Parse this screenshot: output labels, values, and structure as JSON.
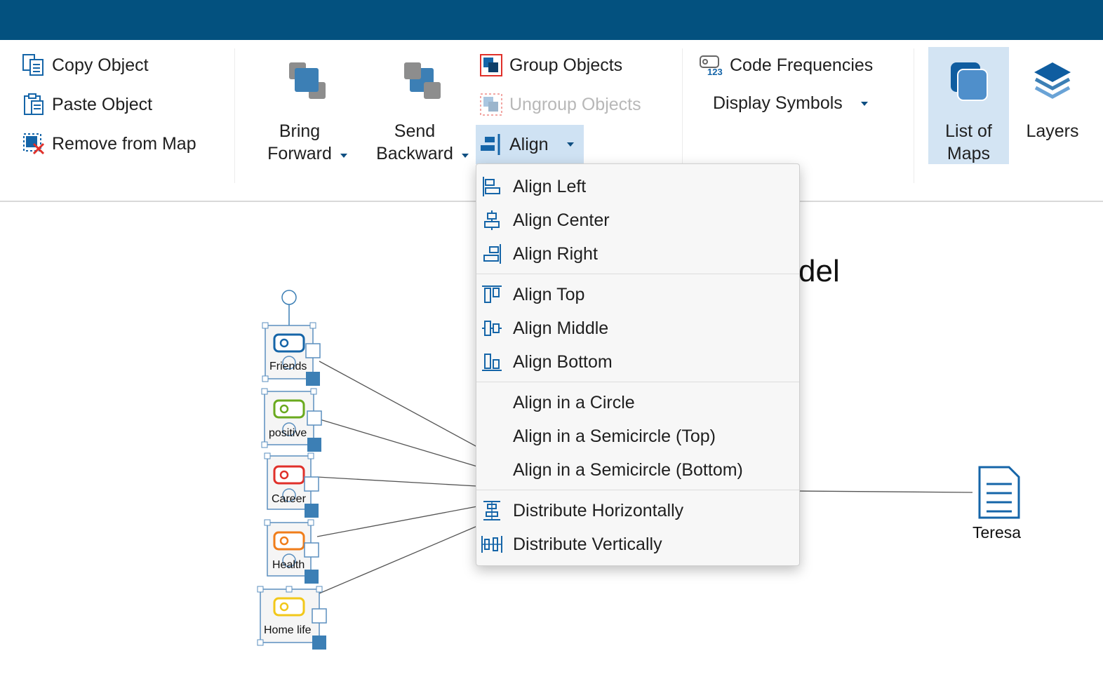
{
  "ribbon": {
    "copy_object": "Copy Object",
    "paste_object": "Paste Object",
    "remove_from_map": "Remove from Map",
    "bring_forward": "Bring\nForward",
    "send_backward": "Send\nBackward",
    "group_objects": "Group Objects",
    "ungroup_objects": "Ungroup Objects",
    "align": "Align",
    "code_frequencies": "Code Frequencies",
    "display_symbols": "Display Symbols",
    "list_of_maps": "List of\nMaps",
    "layers": "Layers"
  },
  "canvas": {
    "title_fragment": "del",
    "nodes": [
      {
        "label": "Friends",
        "color": "#1565a8"
      },
      {
        "label": "positive",
        "color": "#6aaa1e"
      },
      {
        "label": "Career",
        "color": "#e0302a"
      },
      {
        "label": "Health",
        "color": "#f07d1a"
      },
      {
        "label": "Home life",
        "color": "#f2c81a"
      }
    ],
    "document_label": "Teresa"
  },
  "align_menu": {
    "items": [
      {
        "label": "Align Left",
        "icon": "align-left-icon"
      },
      {
        "label": "Align Center",
        "icon": "align-center-icon"
      },
      {
        "label": "Align Right",
        "icon": "align-right-icon"
      },
      {
        "label": "Align Top",
        "icon": "align-top-icon"
      },
      {
        "label": "Align Middle",
        "icon": "align-middle-icon"
      },
      {
        "label": "Align Bottom",
        "icon": "align-bottom-icon"
      },
      {
        "label": "Align in a Circle",
        "icon": ""
      },
      {
        "label": "Align in a Semicircle (Top)",
        "icon": ""
      },
      {
        "label": "Align in a Semicircle (Bottom)",
        "icon": ""
      },
      {
        "label": "Distribute Horizontally",
        "icon": "distribute-horizontally-icon"
      },
      {
        "label": "Distribute Vertically",
        "icon": "distribute-vertically-icon"
      }
    ]
  },
  "colors": {
    "titlebar": "#03517f",
    "accent": "#1565a8",
    "selected_button": "#d3e4f3"
  }
}
